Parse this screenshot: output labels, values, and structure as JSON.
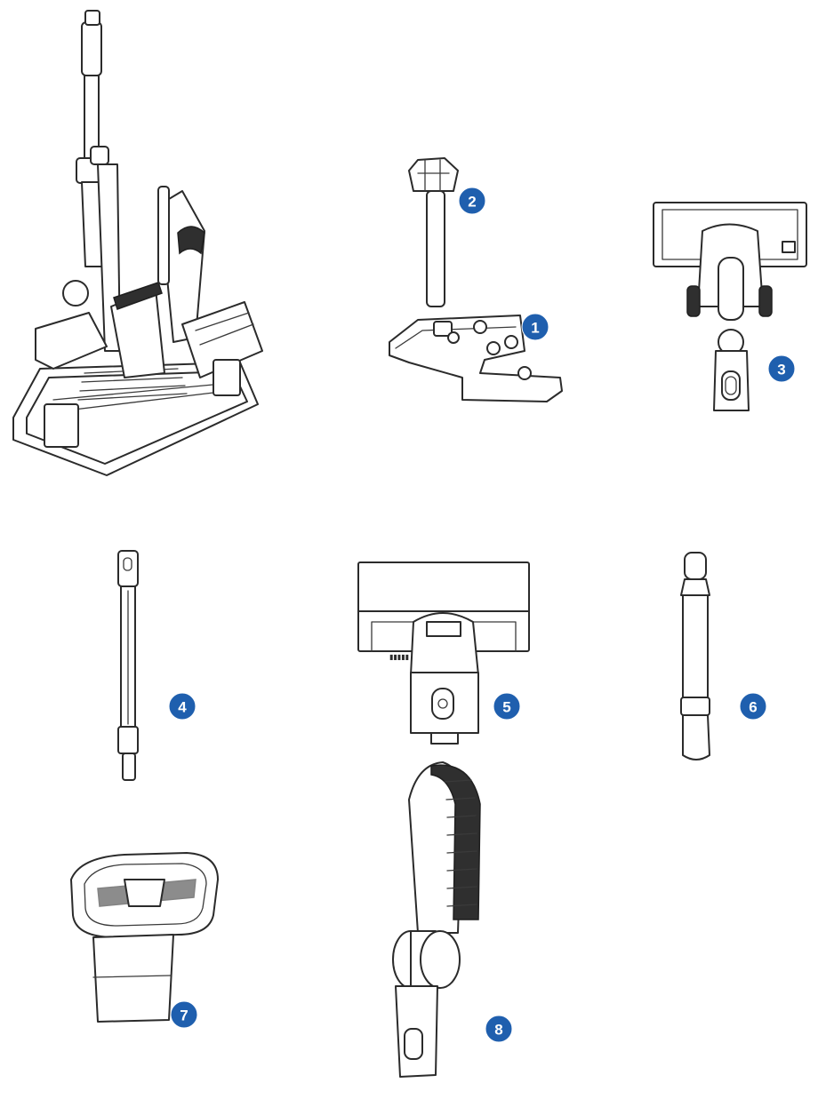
{
  "colors": {
    "badge": "#1f5fae",
    "line": "#2b2b2b",
    "background": "#ffffff"
  },
  "badges": [
    {
      "id": "1",
      "label": "1"
    },
    {
      "id": "2",
      "label": "2"
    },
    {
      "id": "3",
      "label": "3"
    },
    {
      "id": "4",
      "label": "4"
    },
    {
      "id": "5",
      "label": "5"
    },
    {
      "id": "6",
      "label": "6"
    },
    {
      "id": "7",
      "label": "7"
    },
    {
      "id": "8",
      "label": "8"
    }
  ]
}
